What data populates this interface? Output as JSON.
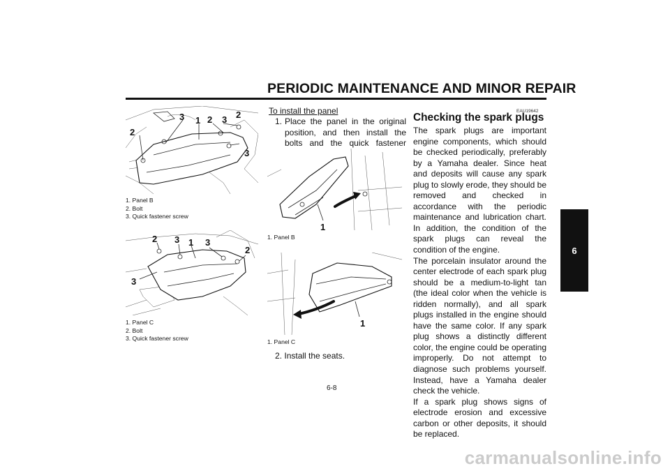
{
  "header": {
    "title": "PERIODIC MAINTENANCE AND MINOR REPAIR"
  },
  "chapter_tab": "6",
  "figures": {
    "panel_b_removal": {
      "callouts": [
        "3",
        "1",
        "2",
        "3",
        "2",
        "2",
        "3"
      ],
      "caption": [
        "1. Panel B",
        "2. Bolt",
        "3. Quick fastener screw"
      ]
    },
    "panel_c_removal": {
      "callouts": [
        "2",
        "3",
        "1",
        "3",
        "2",
        "3"
      ],
      "caption": [
        "1. Panel C",
        "2. Bolt",
        "3. Quick fastener screw"
      ]
    },
    "panel_b_install": {
      "callouts": [
        "1"
      ],
      "caption": [
        "1. Panel B"
      ]
    },
    "panel_c_install": {
      "callouts": [
        "1"
      ],
      "caption": [
        "1. Panel C"
      ]
    }
  },
  "install": {
    "subheading": "To install the panel",
    "step1_number": "1.",
    "step1_text": "Place the panel in the original position, and then install the bolts and the quick fastener screws.",
    "step2_number": "2.",
    "step2_text": "Install the seats."
  },
  "spark_plugs": {
    "code": "EAU19642",
    "title": "Checking the spark plugs",
    "paragraph1": "The spark plugs are important engine components, which should be checked periodically, preferably by a Yamaha dealer. Since heat and deposits will cause any spark plug to slowly erode, they should be removed and checked in accordance with the periodic maintenance and lubrication chart. In addition, the condition of the spark plugs can reveal the condition of the engine.",
    "paragraph2": "The porcelain insulator around the center electrode of each spark plug should be a medium-to-light tan (the ideal color when the vehicle is ridden normally), and all spark plugs installed in the engine should have the same color. If any spark plug shows a distinctly different color, the engine could be operating improperly. Do not attempt to diagnose such problems yourself. Instead, have a Yamaha dealer check the vehicle.",
    "paragraph3": "If a spark plug shows signs of electrode erosion and excessive carbon or other deposits, it should be replaced."
  },
  "page_number": "6-8",
  "watermark": "carmanualsonline.info"
}
